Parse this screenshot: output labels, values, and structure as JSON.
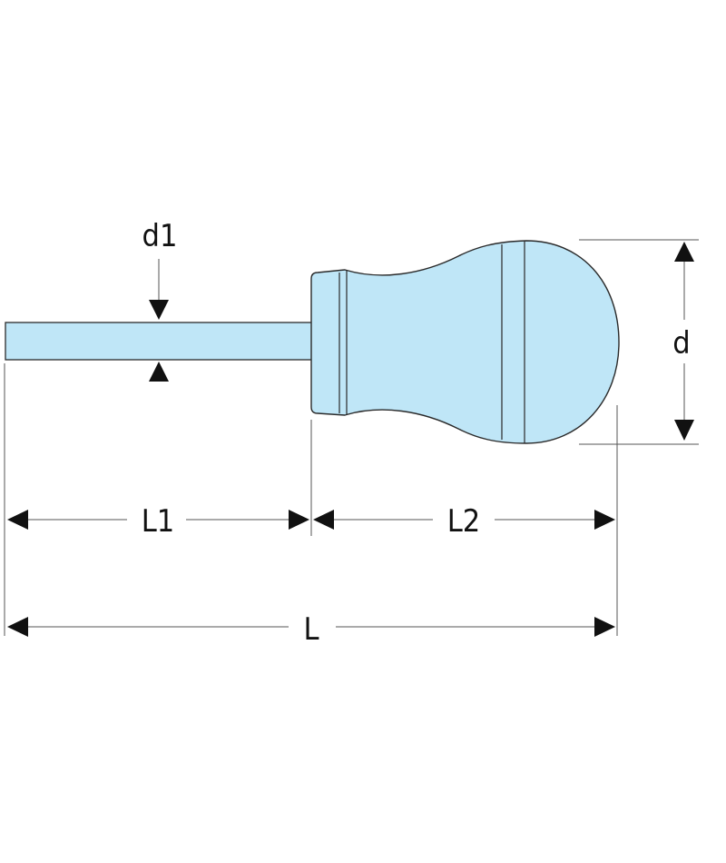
{
  "colors": {
    "fill": "#bfe6f7",
    "outline": "#2a2a2a",
    "dimension": "#555555",
    "arrow": "#111111",
    "background": "#ffffff"
  },
  "labels": {
    "d1": "d1",
    "d": "d",
    "L1": "L1",
    "L2": "L2",
    "L": "L"
  }
}
